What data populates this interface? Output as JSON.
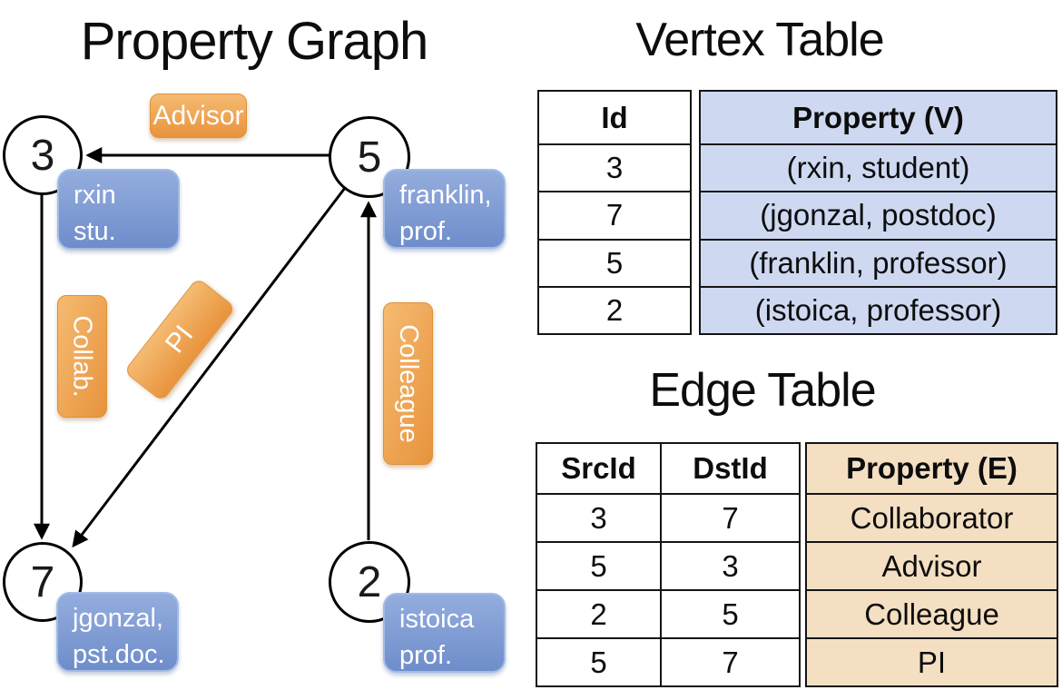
{
  "titles": {
    "graph": "Property Graph",
    "vertex_table": "Vertex Table",
    "edge_table": "Edge Table"
  },
  "colors": {
    "edge_label_orange_light": "#F5BB72",
    "edge_label_orange_dark": "#E8933C",
    "vertex_box_blue_light": "#94ADDE",
    "vertex_box_blue_dark": "#6E8DCA",
    "vertex_table_fill": "#CED9F1",
    "edge_table_fill": "#F5DFC2",
    "line_color": "#000000"
  },
  "graph": {
    "nodes": [
      {
        "id": "3",
        "line1": "rxin",
        "line2": "stu."
      },
      {
        "id": "5",
        "line1": "franklin,",
        "line2": "prof."
      },
      {
        "id": "7",
        "line1": "jgonzal,",
        "line2": "pst.doc."
      },
      {
        "id": "2",
        "line1": "istoica",
        "line2": "prof."
      }
    ],
    "edge_labels": {
      "advisor": "Advisor",
      "collab": "Collab.",
      "pi": "PI",
      "colleague": "Colleague"
    }
  },
  "vertex_table": {
    "headers": {
      "id": "Id",
      "property": "Property (V)"
    },
    "rows": [
      {
        "id": "3",
        "property": "(rxin, student)"
      },
      {
        "id": "7",
        "property": "(jgonzal, postdoc)"
      },
      {
        "id": "5",
        "property": "(franklin, professor)"
      },
      {
        "id": "2",
        "property": "(istoica, professor)"
      }
    ]
  },
  "edge_table": {
    "headers": {
      "src": "SrcId",
      "dst": "DstId",
      "property": "Property (E)"
    },
    "rows": [
      {
        "src": "3",
        "dst": "7",
        "property": "Collaborator"
      },
      {
        "src": "5",
        "dst": "3",
        "property": "Advisor"
      },
      {
        "src": "2",
        "dst": "5",
        "property": "Colleague"
      },
      {
        "src": "5",
        "dst": "7",
        "property": "PI"
      }
    ]
  }
}
